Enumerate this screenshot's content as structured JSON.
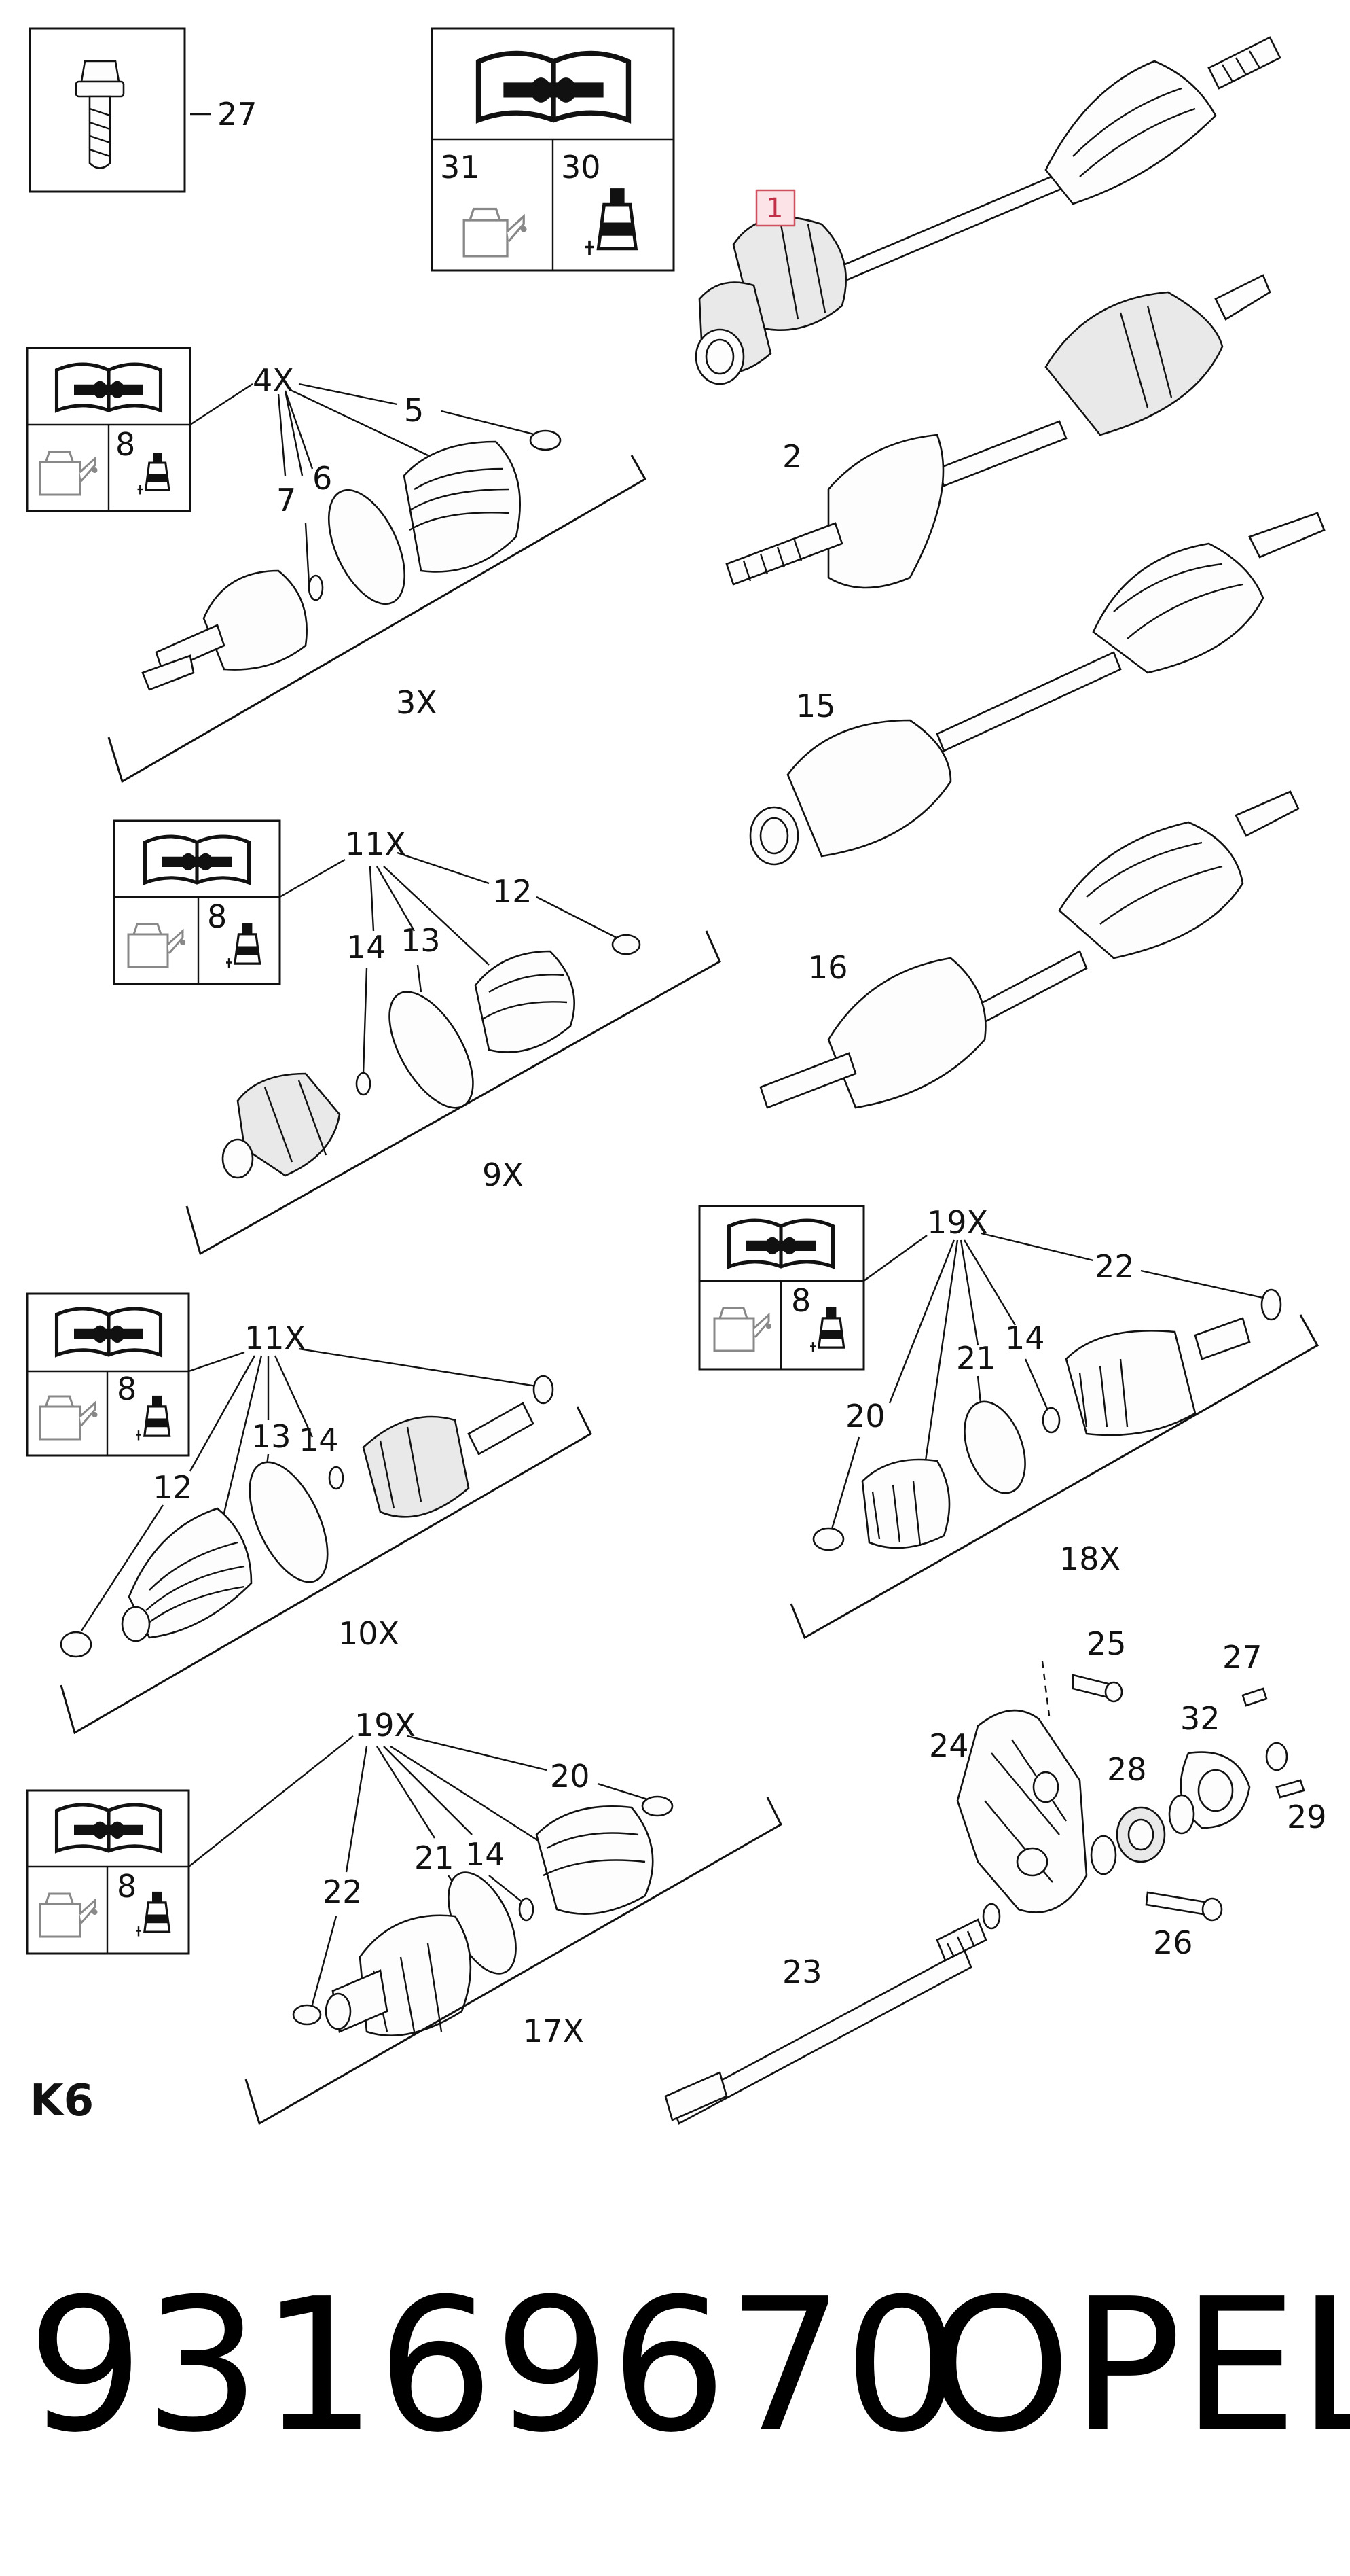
{
  "diagram": {
    "part_number": "93169670",
    "brand": "OPEL",
    "section_tag": "K6",
    "highlighted_callout": "1",
    "callouts": {
      "c27a": "27",
      "c31": "31",
      "c30": "30",
      "c4x": "4X",
      "c5": "5",
      "c6": "6",
      "c7": "7",
      "c8a": "8",
      "c3x": "3X",
      "c2": "2",
      "c15": "15",
      "c16": "16",
      "c11xa": "11X",
      "c12a": "12",
      "c13a": "13",
      "c14a": "14",
      "c8b": "8",
      "c9x": "9X",
      "c19xa": "19X",
      "c22a": "22",
      "c20a": "20",
      "c21a": "21",
      "c14b": "14",
      "c8c": "8",
      "c18x": "18X",
      "c11xb": "11X",
      "c12b": "12",
      "c13b": "13",
      "c14c": "14",
      "c8d": "8",
      "c10x": "10X",
      "c25": "25",
      "c27b": "27",
      "c24": "24",
      "c32": "32",
      "c28": "28",
      "c29": "29",
      "c26": "26",
      "c23": "23",
      "c19xb": "19X",
      "c20b": "20",
      "c22b": "22",
      "c21b": "21",
      "c14d": "14",
      "c8e": "8",
      "c17x": "17X"
    }
  }
}
